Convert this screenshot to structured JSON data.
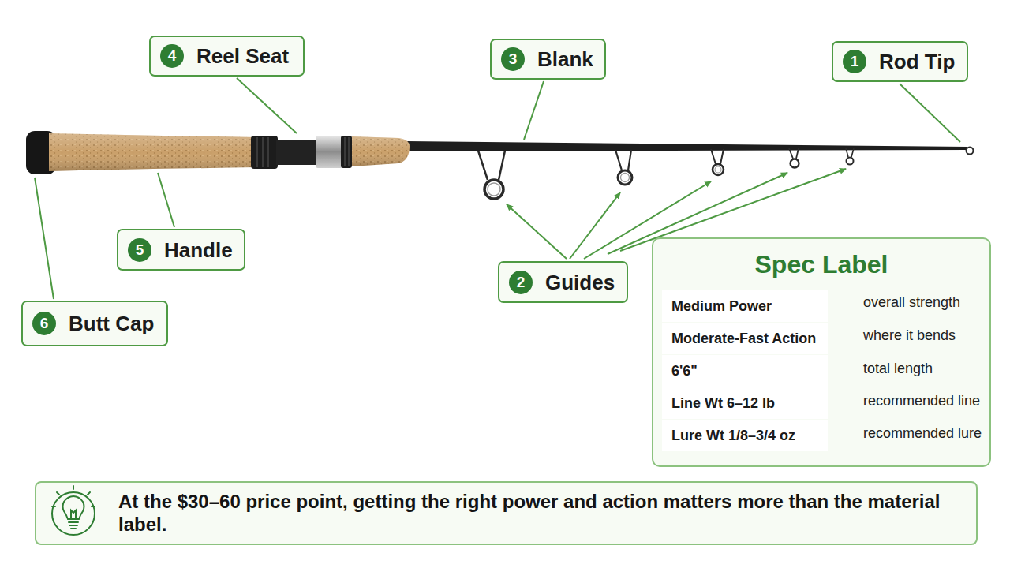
{
  "diagram": {
    "nodes": [
      {
        "text": [
          "Reel Seat"
        ]
      },
      {
        "text": [
          "4"
        ],
        "in": 0
      },
      {
        "text": [
          "Blank"
        ]
      },
      {
        "text": [
          "3"
        ],
        "in": 2
      },
      {
        "text": [
          "Rod Tip"
        ]
      },
      {
        "text": [
          "1"
        ],
        "in": 4
      },
      {
        "text": [
          "Handle"
        ]
      },
      {
        "text": [
          "5"
        ],
        "in": 6
      },
      {
        "text": [
          "Guides"
        ]
      },
      {
        "text": [
          "2"
        ],
        "in": 8
      },
      {
        "text": [
          "Spec Label"
        ]
      },
      {
        "text": [
          "Medium Power"
        ],
        "in": 10
      },
      {
        "text": [
          "Moderate-Fast Action"
        ],
        "in": 10
      },
      {
        "text": [
          "6'6\""
        ],
        "in": 10
      },
      {
        "text": [
          "Line Wt 6–12 lb"
        ],
        "in": 10
      },
      {
        "text": [
          "Lure Wt 1/8–3/4 oz"
        ],
        "in": 10
      },
      {
        "text": [
          "Butt Cap"
        ]
      },
      {
        "text": [
          "6"
        ],
        "in": 16
      },
      {
        "text": [
          "At the $30–60 price point, getting the right power and action matters more than the material label."
        ]
      }
    ],
    "labels": [
      "overall strength",
      "where it bends",
      "total length",
      "recommended line",
      "recommended lure"
    ]
  }
}
